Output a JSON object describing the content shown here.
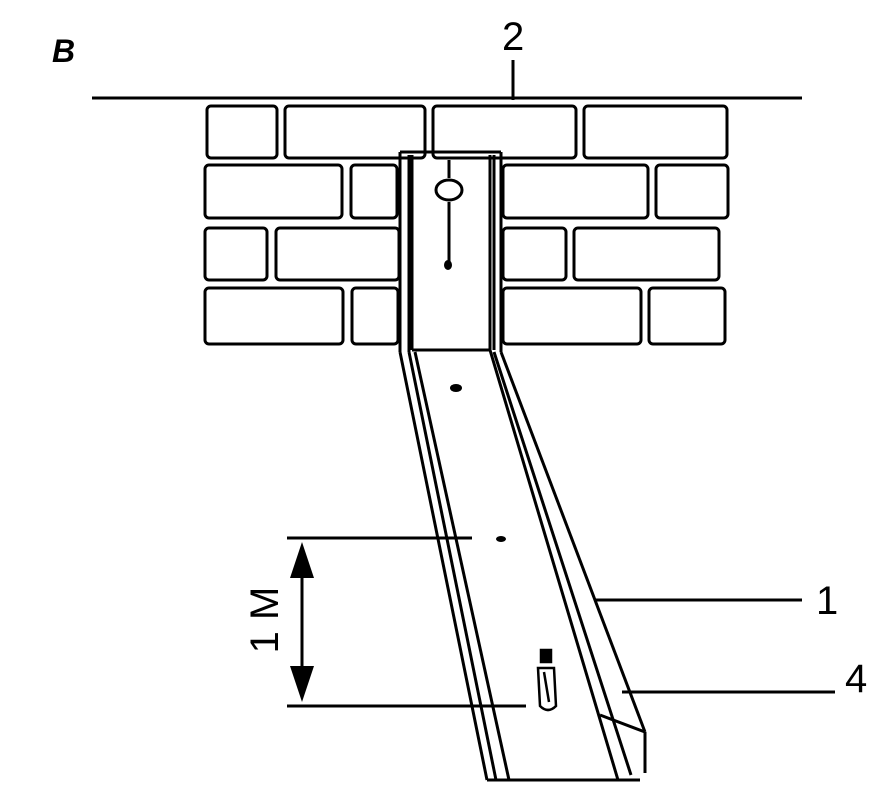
{
  "figure": {
    "panel_label": "В",
    "callouts": {
      "c1": "1",
      "c2": "2",
      "c4": "4"
    },
    "dimension_label": "1 М"
  },
  "colors": {
    "ink": "#000000",
    "paper": "#ffffff"
  }
}
